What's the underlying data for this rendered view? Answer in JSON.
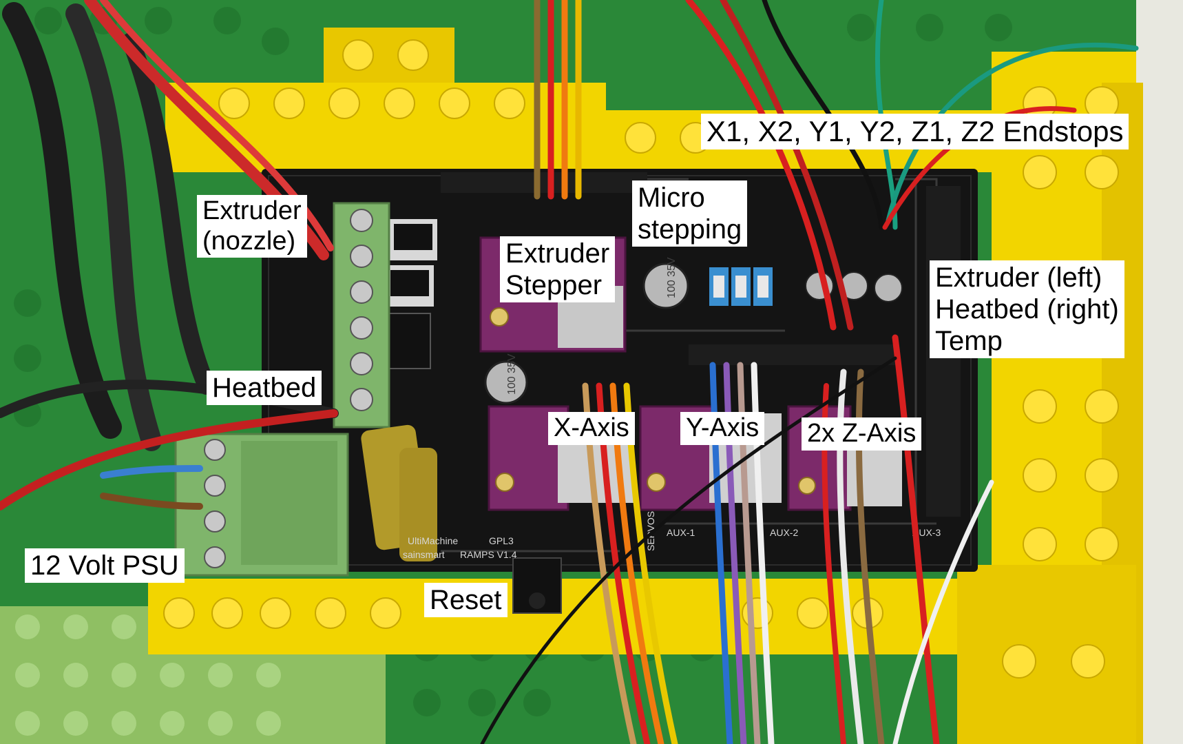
{
  "labels": {
    "endstops": "X1, X2, Y1, Y2, Z1, Z2 Endstops",
    "extruder_nozzle_line1": "Extruder",
    "extruder_nozzle_line2": "(nozzle)",
    "micro_stepping_line1": "Micro",
    "micro_stepping_line2": "stepping",
    "extruder_stepper_line1": "Extruder",
    "extruder_stepper_line2": "Stepper",
    "temp_line1": "Extruder (left)",
    "temp_line2": "Heatbed (right)",
    "temp_line3": "Temp",
    "heatbed": "Heatbed",
    "x_axis": "X-Axis",
    "y_axis": "Y-Axis",
    "z_axis": "2x Z-Axis",
    "psu": "12 Volt PSU",
    "reset": "Reset"
  },
  "board_markings": {
    "maker": "UltiMachine",
    "brand": "sainsmart",
    "model": "RAMPS V1.4",
    "license": "GPL3",
    "aux1": "AUX-1",
    "aux2": "AUX-2",
    "aux3": "AUX-3",
    "servos": "SERVOS",
    "cap_text": "100 35V"
  },
  "colors": {
    "lego_yellow": "#f2d500",
    "lego_green": "#2b8a3a",
    "lego_light_green": "#8fc36a",
    "pcb_black": "#131313",
    "terminal_green": "#7fb56b",
    "driver_purple": "#7c2a6a"
  }
}
